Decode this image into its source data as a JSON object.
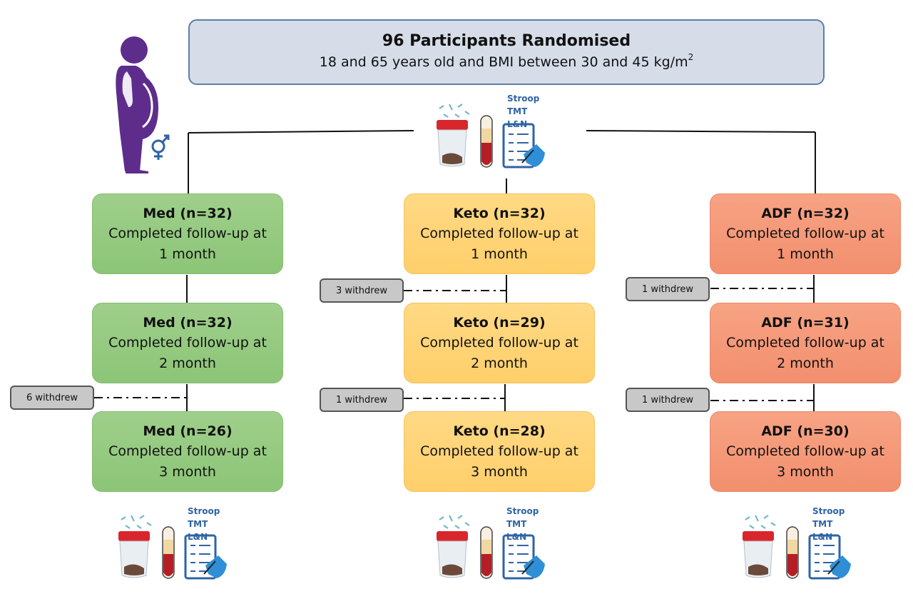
{
  "header": {
    "title": "96 Participants Randomised",
    "subtitle": "18 and 65 years old and BMI between 30 and 45 kg/m",
    "subtitle_sup": "2"
  },
  "tests": [
    "Stroop",
    "TMT",
    "L&N"
  ],
  "arms": [
    {
      "key": "med",
      "stages": [
        {
          "title": "Med (n=32)",
          "line1": "Completed follow-up at",
          "line2": "1 month"
        },
        {
          "title": "Med (n=32)",
          "line1": "Completed follow-up at",
          "line2": "2 month"
        },
        {
          "title": "Med (n=26)",
          "line1": "Completed follow-up at",
          "line2": "3 month"
        }
      ],
      "withdrawals": [
        {
          "label": "6 withdrew"
        }
      ]
    },
    {
      "key": "keto",
      "stages": [
        {
          "title": "Keto (n=32)",
          "line1": "Completed follow-up at",
          "line2": "1 month"
        },
        {
          "title": "Keto (n=29)",
          "line1": "Completed follow-up at",
          "line2": "2 month"
        },
        {
          "title": "Keto (n=28)",
          "line1": "Completed follow-up at",
          "line2": "3 month"
        }
      ],
      "withdrawals": [
        {
          "label": "3 withdrew"
        },
        {
          "label": "1 withdrew"
        }
      ]
    },
    {
      "key": "adf",
      "stages": [
        {
          "title": "ADF (n=32)",
          "line1": "Completed follow-up at",
          "line2": "1 month"
        },
        {
          "title": "ADF (n=31)",
          "line1": "Completed follow-up at",
          "line2": "2 month"
        },
        {
          "title": "ADF (n=30)",
          "line1": "Completed follow-up at",
          "line2": "3 month"
        }
      ],
      "withdrawals": [
        {
          "label": "1 withdrew"
        },
        {
          "label": "1 withdrew"
        }
      ]
    }
  ],
  "colors": {
    "med": "#8cc577",
    "keto": "#ffcf6a",
    "adf": "#f28f6e",
    "header": "#d6dde9",
    "header_border": "#5b7fa8",
    "withdrew": "#c8c8c8",
    "test_label": "#2e63a6",
    "person": "#5e2d8c"
  }
}
